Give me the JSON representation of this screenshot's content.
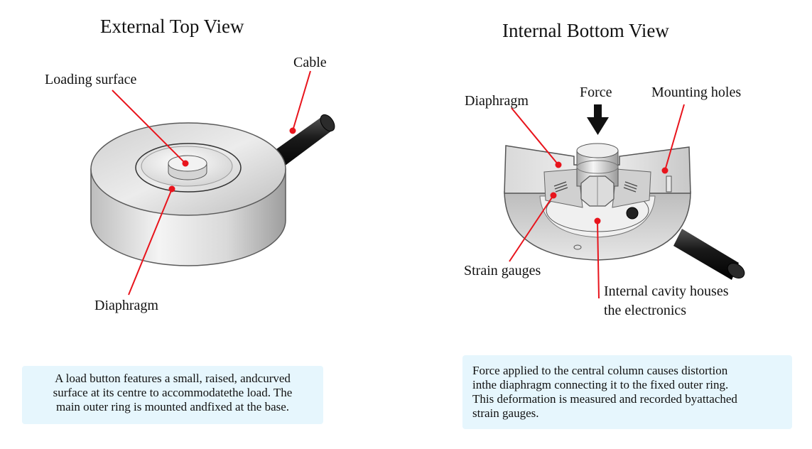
{
  "titles": {
    "external": "External Top View",
    "internal": "Internal Bottom View"
  },
  "external_labels": {
    "cable": "Cable",
    "loading_surface": "Loading surface",
    "diaphragm": "Diaphragm"
  },
  "internal_labels": {
    "diaphragm": "Diaphragm",
    "force": "Force",
    "mounting_holes": "Mounting holes",
    "strain_gauges": "Strain gauges",
    "cavity_line1": "Internal cavity houses",
    "cavity_line2": "the electronics"
  },
  "captions": {
    "external": [
      "A load button features a small, raised, andcurved",
      "surface at its centre to accommodatethe load. The",
      "main outer ring is mounted andfixed at the base."
    ],
    "internal": [
      "Force applied to the central column causes distortion",
      "inthe diaphragm connecting it to the fixed outer ring.",
      "This deformation is measured and recorded byattached",
      "strain gauges."
    ]
  },
  "colors": {
    "callout_line": "#e8141c",
    "callout_dot": "#e8141c",
    "caption_bg": "#e6f6fd",
    "cable": "#1a1a1a"
  }
}
